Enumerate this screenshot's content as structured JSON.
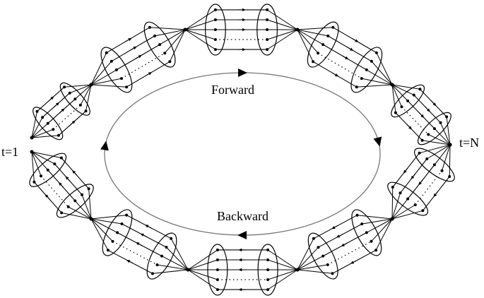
{
  "labels": {
    "forward": "Forward",
    "backward": "Backward",
    "t_start": "t=1",
    "t_end": "t=N"
  },
  "dots_glyph": "⋮",
  "colors": {
    "stroke": "#000000",
    "cycle": "#777777",
    "background": "#ffffff"
  }
}
